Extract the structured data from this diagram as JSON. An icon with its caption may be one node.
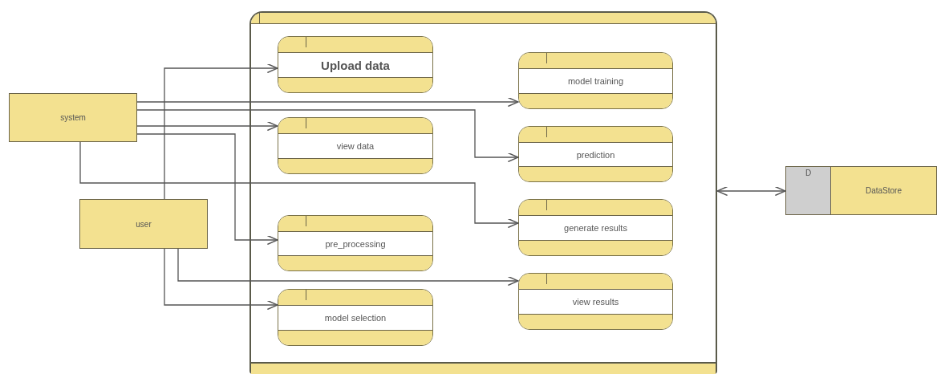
{
  "diagram": {
    "nodes": [
      {
        "text": [],
        "shape": "box"
      },
      {
        "text": [
          "Upload data"
        ],
        "in": 0
      },
      {
        "text": [
          "view data"
        ],
        "in": 0
      },
      {
        "text": [
          "pre_processing"
        ],
        "in": 0
      },
      {
        "text": [
          "model selection"
        ],
        "in": 0
      },
      {
        "text": [
          "model training"
        ],
        "in": 0
      },
      {
        "text": [
          "prediction"
        ],
        "in": 0
      },
      {
        "text": [
          "generate results"
        ],
        "in": 0
      },
      {
        "text": [
          "view results"
        ],
        "in": 0
      },
      {
        "text": [
          "system"
        ]
      },
      {
        "text": [
          "user"
        ]
      },
      {
        "text": [
          "D",
          "DataStore"
        ]
      }
    ],
    "edges": [
      {
        "from": 9,
        "to": 5,
        "arrow": "to"
      },
      {
        "from": 9,
        "to": 6,
        "arrow": "to"
      },
      {
        "from": 9,
        "to": 2,
        "arrow": "to"
      },
      {
        "from": 9,
        "to": 3,
        "arrow": "to"
      },
      {
        "from": 9,
        "to": 7,
        "arrow": "to"
      },
      {
        "from": 10,
        "to": 1,
        "arrow": "to"
      },
      {
        "from": 10,
        "to": 4,
        "arrow": "to"
      },
      {
        "from": 10,
        "to": 8,
        "arrow": "to"
      },
      {
        "from": 0,
        "to": 11,
        "arrow": "both"
      }
    ]
  }
}
